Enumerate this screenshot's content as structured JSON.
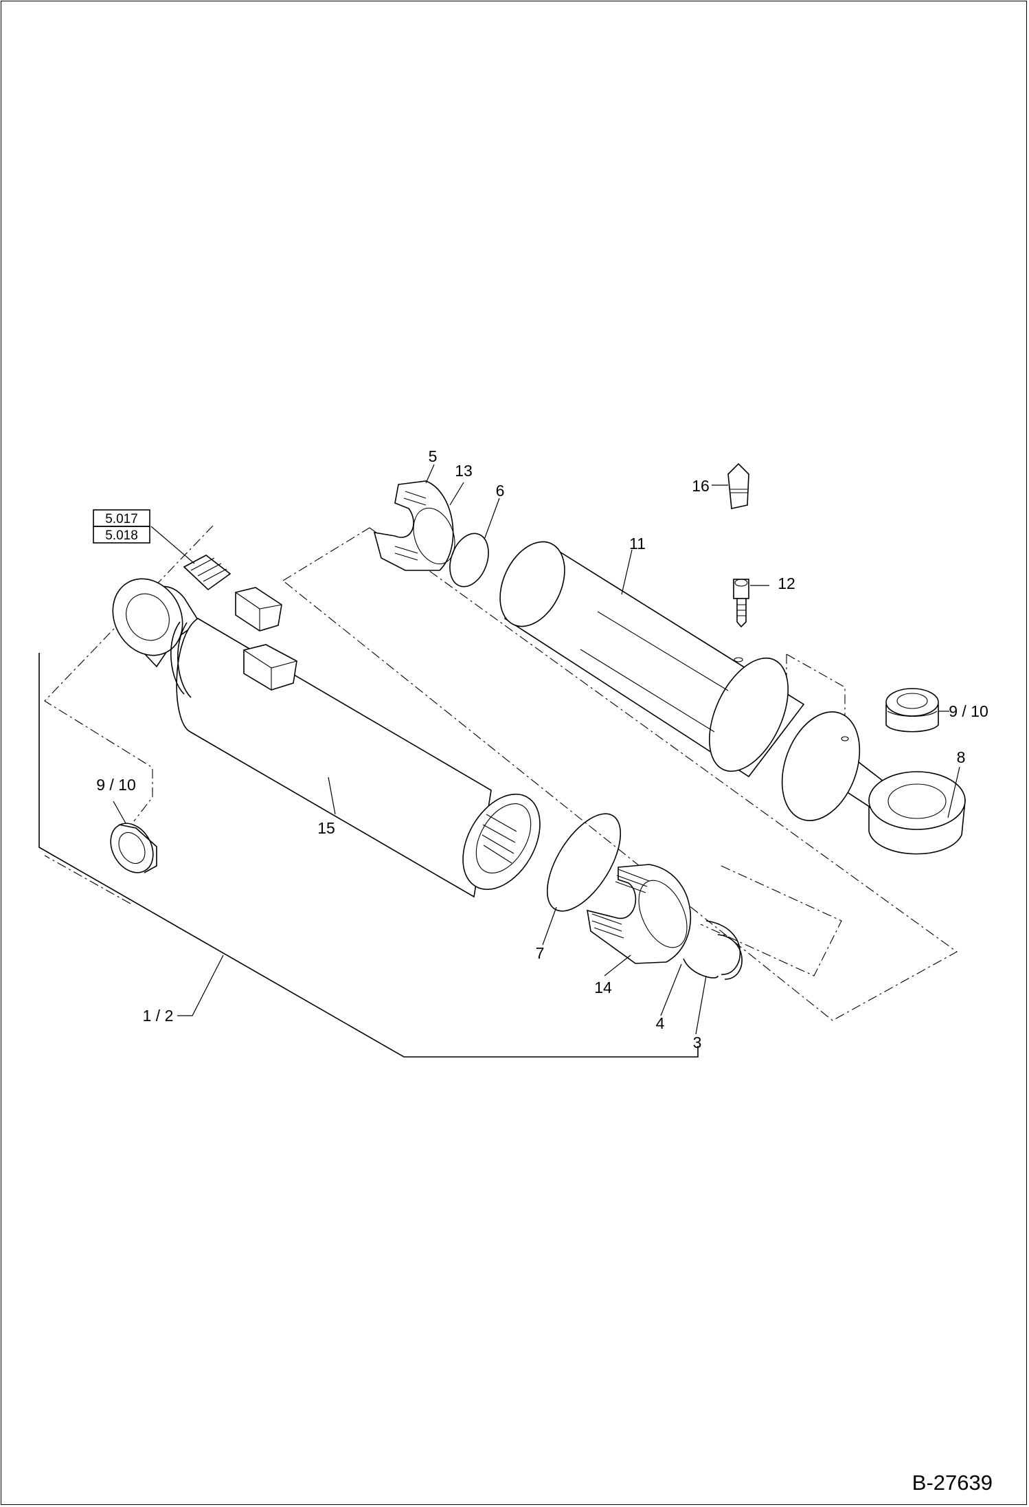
{
  "document_id": "B-27639",
  "reference_boxes": [
    "5.017",
    "5.018"
  ],
  "callouts": {
    "c1": "5",
    "c2": "13",
    "c3": "6",
    "c4": "16",
    "c5": "11",
    "c6": "12",
    "c7": "9 / 10",
    "c8": "8",
    "c9": "9 / 10",
    "c10": "15",
    "c11": "7",
    "c12": "14",
    "c13": "4",
    "c14": "3",
    "c15": "1 / 2"
  }
}
